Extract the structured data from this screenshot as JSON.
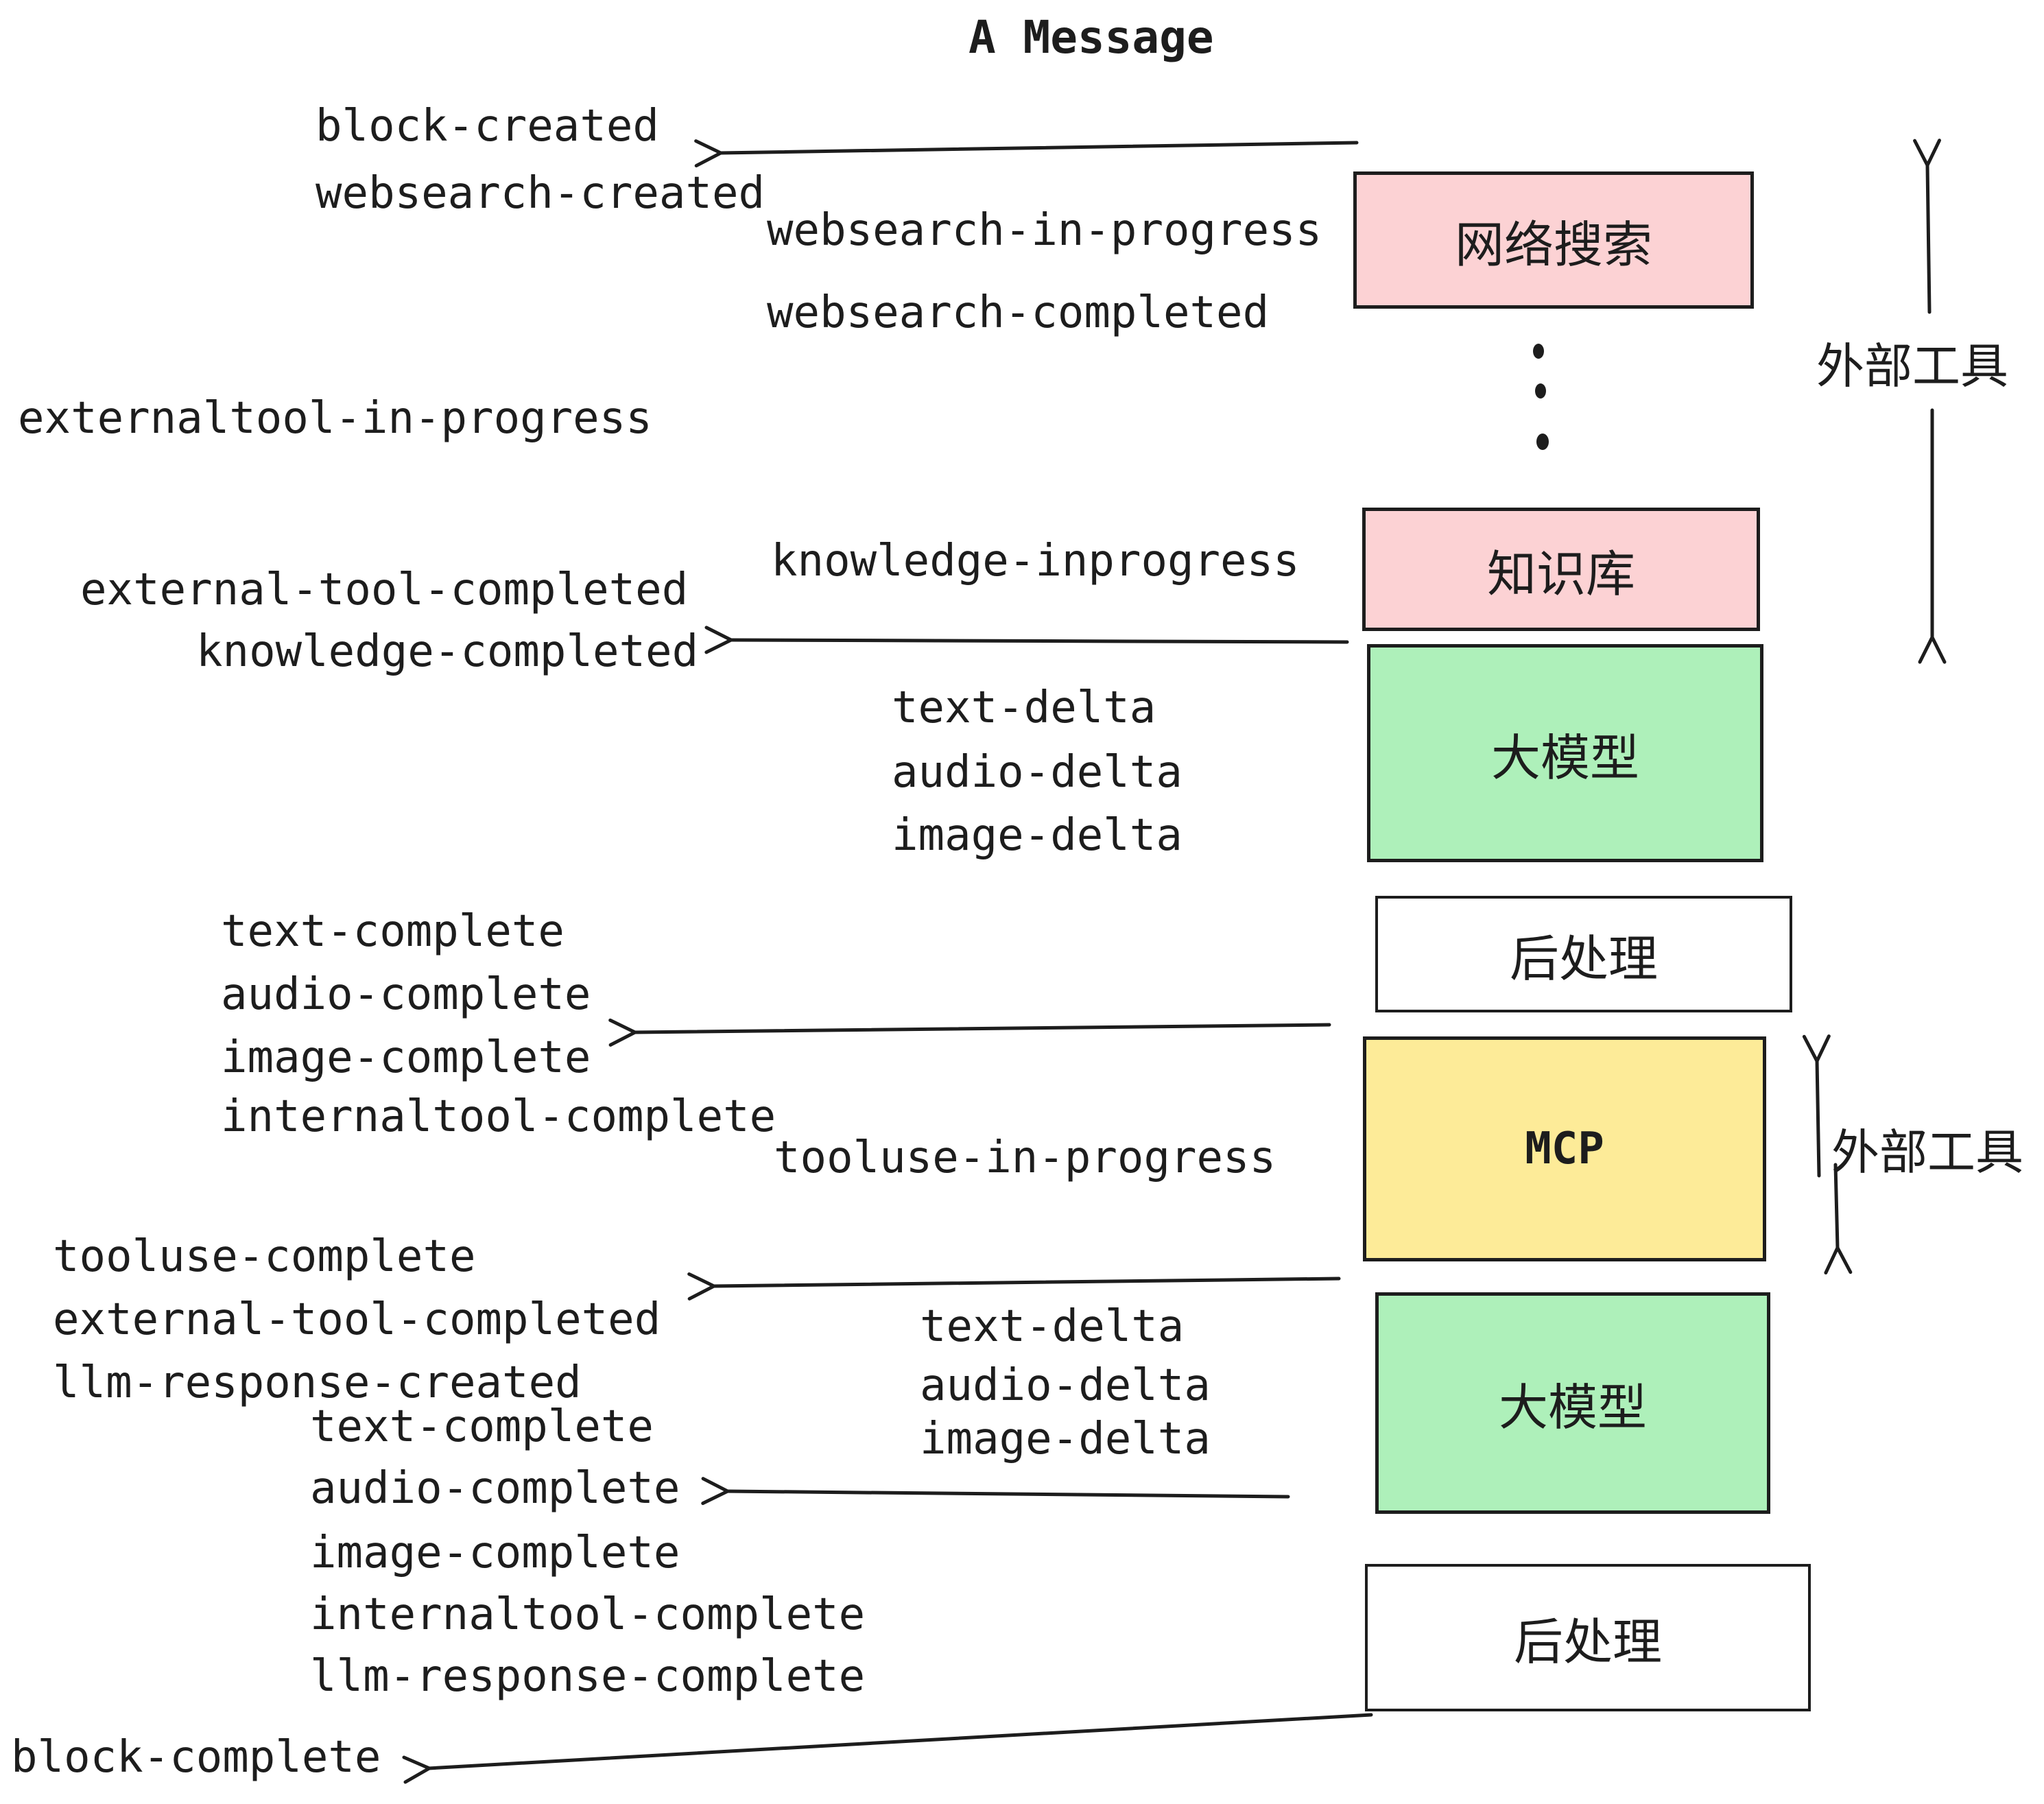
{
  "title": "A Message",
  "colors": {
    "ink": "#1d1d1d",
    "pink": "#fcd2d4",
    "green": "#aef0ba",
    "yellow": "#fdeb98",
    "white": "#ffffff"
  },
  "boxes": [
    {
      "id": "websearch",
      "label": "网络搜索",
      "color": "pink"
    },
    {
      "id": "knowledge",
      "label": "知识库",
      "color": "pink"
    },
    {
      "id": "llm-1",
      "label": "大模型",
      "color": "green"
    },
    {
      "id": "post-1",
      "label": "后处理",
      "color": "white"
    },
    {
      "id": "mcp",
      "label": "MCP",
      "color": "yellow"
    },
    {
      "id": "llm-2",
      "label": "大模型",
      "color": "green"
    },
    {
      "id": "post-2",
      "label": "后处理",
      "color": "white"
    }
  ],
  "side_labels": [
    {
      "label": "外部工具"
    },
    {
      "label": "外部工具"
    }
  ],
  "ellipsis": "⋮",
  "events": [
    {
      "text": "block-created"
    },
    {
      "text": "websearch-created"
    },
    {
      "text": "websearch-in-progress"
    },
    {
      "text": "websearch-completed"
    },
    {
      "text": "externaltool-in-progress"
    },
    {
      "text": "knowledge-inprogress"
    },
    {
      "text": "external-tool-completed"
    },
    {
      "text": "knowledge-completed"
    },
    {
      "text": "text-delta"
    },
    {
      "text": "audio-delta"
    },
    {
      "text": "image-delta"
    },
    {
      "text": "text-complete"
    },
    {
      "text": "audio-complete"
    },
    {
      "text": "image-complete"
    },
    {
      "text": "internaltool-complete"
    },
    {
      "text": "tooluse-in-progress"
    },
    {
      "text": "tooluse-complete"
    },
    {
      "text": "external-tool-completed"
    },
    {
      "text": "llm-response-created"
    },
    {
      "text": "text-complete"
    },
    {
      "text": "text-delta"
    },
    {
      "text": "audio-delta"
    },
    {
      "text": "image-delta"
    },
    {
      "text": "audio-complete"
    },
    {
      "text": "image-complete"
    },
    {
      "text": "internaltool-complete"
    },
    {
      "text": "llm-response-complete"
    },
    {
      "text": "block-complete"
    }
  ],
  "arrows": [
    {
      "name": "arrow-to-block-created",
      "direction": "left"
    },
    {
      "name": "arrow-to-knowledge-completed",
      "direction": "left"
    },
    {
      "name": "arrow-to-image-complete",
      "direction": "left"
    },
    {
      "name": "arrow-to-tooluse-complete",
      "direction": "left"
    },
    {
      "name": "arrow-to-audio-complete",
      "direction": "left"
    },
    {
      "name": "arrow-to-block-complete",
      "direction": "down-left"
    },
    {
      "name": "external-tools-up-arrow-1",
      "direction": "up"
    },
    {
      "name": "external-tools-down-arrow-1",
      "direction": "down"
    },
    {
      "name": "external-tools-up-arrow-2",
      "direction": "up"
    },
    {
      "name": "external-tools-down-arrow-2",
      "direction": "down"
    }
  ]
}
